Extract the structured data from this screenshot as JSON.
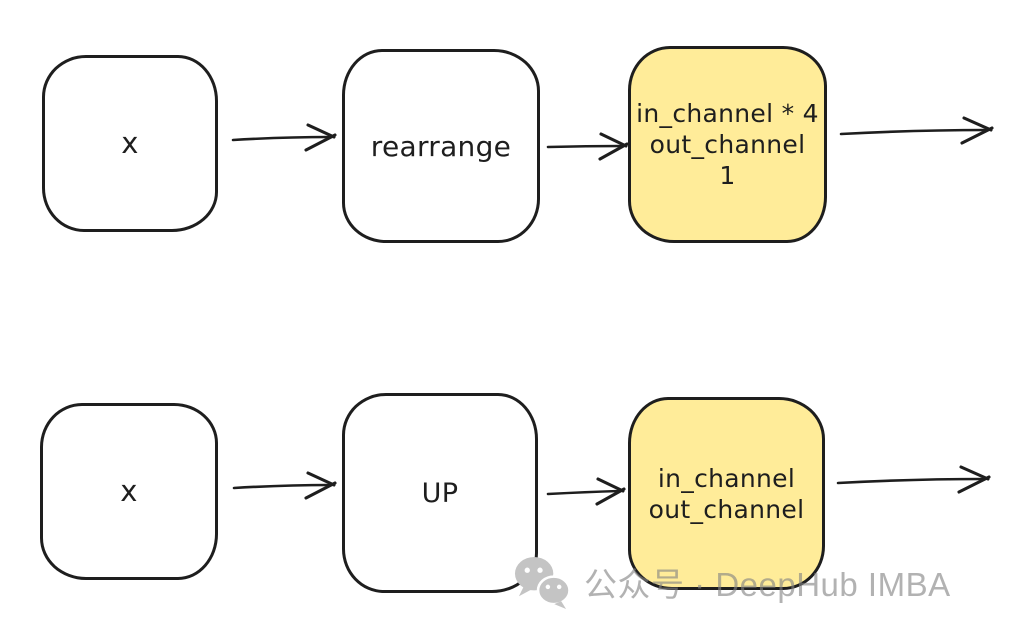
{
  "colors": {
    "background": "#ffffff",
    "stroke": "#1e1e1e",
    "node_fill_plain": "#ffffff",
    "node_fill_highlight": "#ffec99",
    "watermark_text": "#a8a8a8",
    "watermark_icon": "#c4c4c4"
  },
  "diagram": {
    "row1": {
      "input_node": {
        "label": "x"
      },
      "op_node": {
        "label": "rearrange"
      },
      "param_node": {
        "line1": "in_channel * 4",
        "line2": "out_channel",
        "line3": "1"
      }
    },
    "row2": {
      "input_node": {
        "label": "x"
      },
      "op_node": {
        "label": "UP"
      },
      "param_node": {
        "line1": "in_channel",
        "line2": "out_channel"
      }
    }
  },
  "watermark": {
    "icon": "wechat-icon",
    "text": "公众号 · DeepHub IMBA"
  }
}
